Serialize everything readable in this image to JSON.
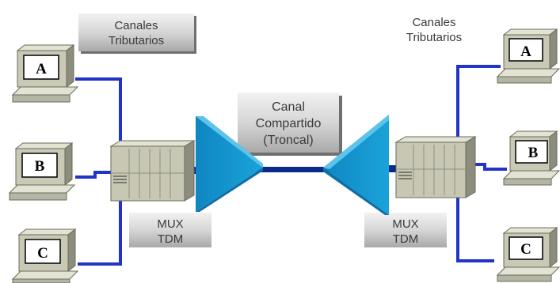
{
  "labels": {
    "tributarios_left": [
      "Canales",
      "Tributarios"
    ],
    "tributarios_right": [
      "Canales",
      "Tributarios"
    ],
    "canal": [
      "Canal",
      "Compartido",
      "(Troncal)"
    ],
    "mux_left": [
      "MUX",
      "TDM"
    ],
    "mux_right": [
      "MUX",
      "TDM"
    ]
  },
  "terminals": {
    "left": [
      "A",
      "B",
      "C"
    ],
    "right": [
      "A",
      "B",
      "C"
    ]
  },
  "colors": {
    "link": "#2233c8",
    "trunk": "#0b2a8a",
    "funnel": "#1591c9",
    "funnel_light": "#5cc3ea",
    "label_box": "#d4d4d4",
    "terminal_body": "#c9c9b6"
  }
}
